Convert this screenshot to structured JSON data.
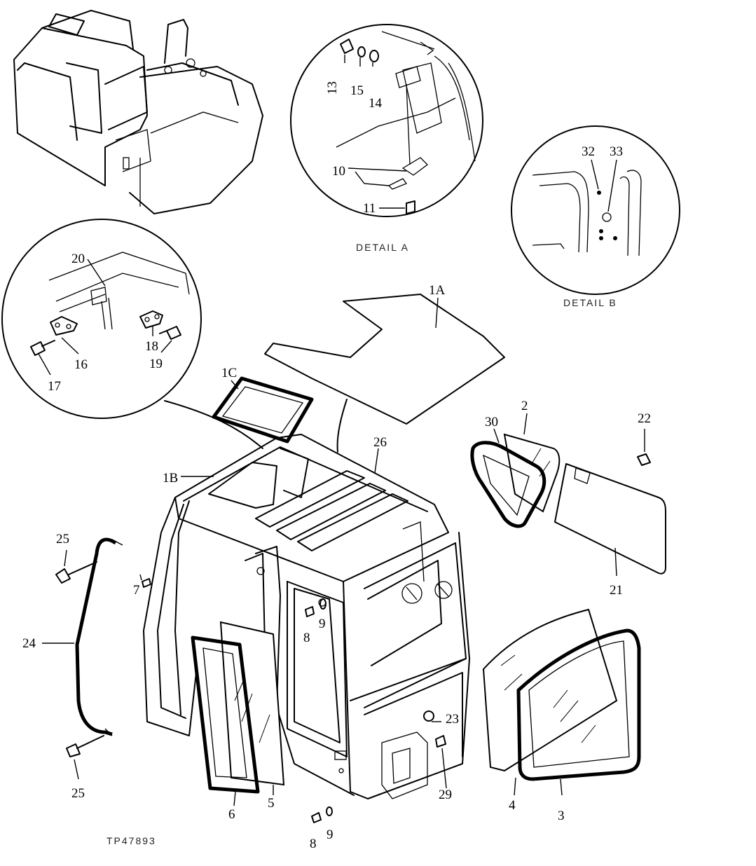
{
  "diagram": {
    "detail_labels": {
      "a": "DETAIL A",
      "b": "DETAIL B"
    },
    "figure_code": "TP47893",
    "callouts": {
      "c1A": "1A",
      "c1B": "1B",
      "c1C": "1C",
      "c2": "2",
      "c3": "3",
      "c4": "4",
      "c5": "5",
      "c6": "6",
      "c7": "7",
      "c8a": "8",
      "c8b": "8",
      "c9a": "9",
      "c9b": "9",
      "c10": "10",
      "c11": "11",
      "c13": "13",
      "c14": "14",
      "c15": "15",
      "c16": "16",
      "c17": "17",
      "c18": "18",
      "c19": "19",
      "c20": "20",
      "c21": "21",
      "c22": "22",
      "c23": "23",
      "c24": "24",
      "c25a": "25",
      "c25b": "25",
      "c26": "26",
      "c29": "29",
      "c30": "30",
      "c32": "32",
      "c33": "33"
    }
  }
}
